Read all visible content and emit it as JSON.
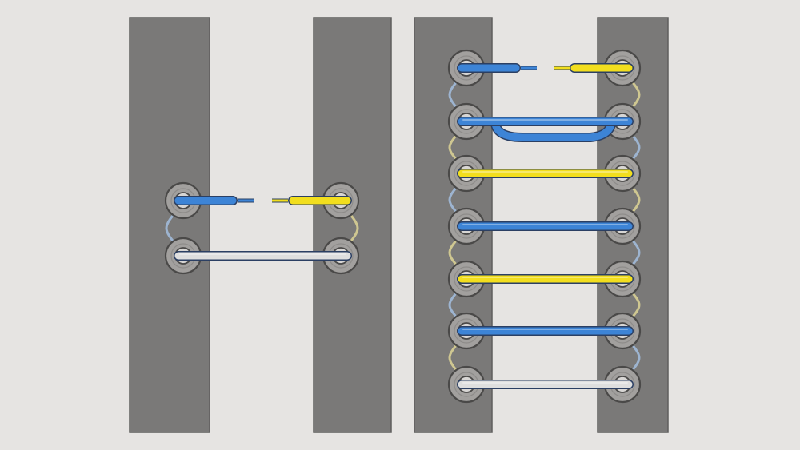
{
  "colors": {
    "background": "#e6e4e2",
    "panel": "#7a7978",
    "panel_edge": "#5f5e5d",
    "eyelet_ring": "#a2a09e",
    "eyelet_rim": "#4a4948",
    "eyelet_hole": "#d8d6d4",
    "blue": "#3d84d6",
    "yellow": "#f2de1e",
    "white": "#dedede",
    "hidden_blue": "#a9c8ee",
    "hidden_yellow": "#ece29a"
  },
  "diagrams": [
    {
      "name": "step-start",
      "rows": 2,
      "laces": [
        {
          "row": 1,
          "color": "blue",
          "side": "left",
          "style": "end"
        },
        {
          "row": 1,
          "color": "yellow",
          "side": "right",
          "style": "end"
        },
        {
          "row": 2,
          "color": "white",
          "style": "full"
        }
      ]
    },
    {
      "name": "step-finished",
      "rows": 7,
      "laces": [
        {
          "row": 1,
          "color": "blue",
          "side": "left",
          "style": "end"
        },
        {
          "row": 1,
          "color": "yellow",
          "side": "right",
          "style": "end"
        },
        {
          "row": 2,
          "color": "blue",
          "style": "full",
          "loop": true
        },
        {
          "row": 3,
          "color": "yellow",
          "style": "full"
        },
        {
          "row": 4,
          "color": "blue",
          "style": "full"
        },
        {
          "row": 5,
          "color": "yellow",
          "style": "full"
        },
        {
          "row": 6,
          "color": "blue",
          "style": "full"
        },
        {
          "row": 7,
          "color": "white",
          "style": "full"
        }
      ]
    }
  ]
}
